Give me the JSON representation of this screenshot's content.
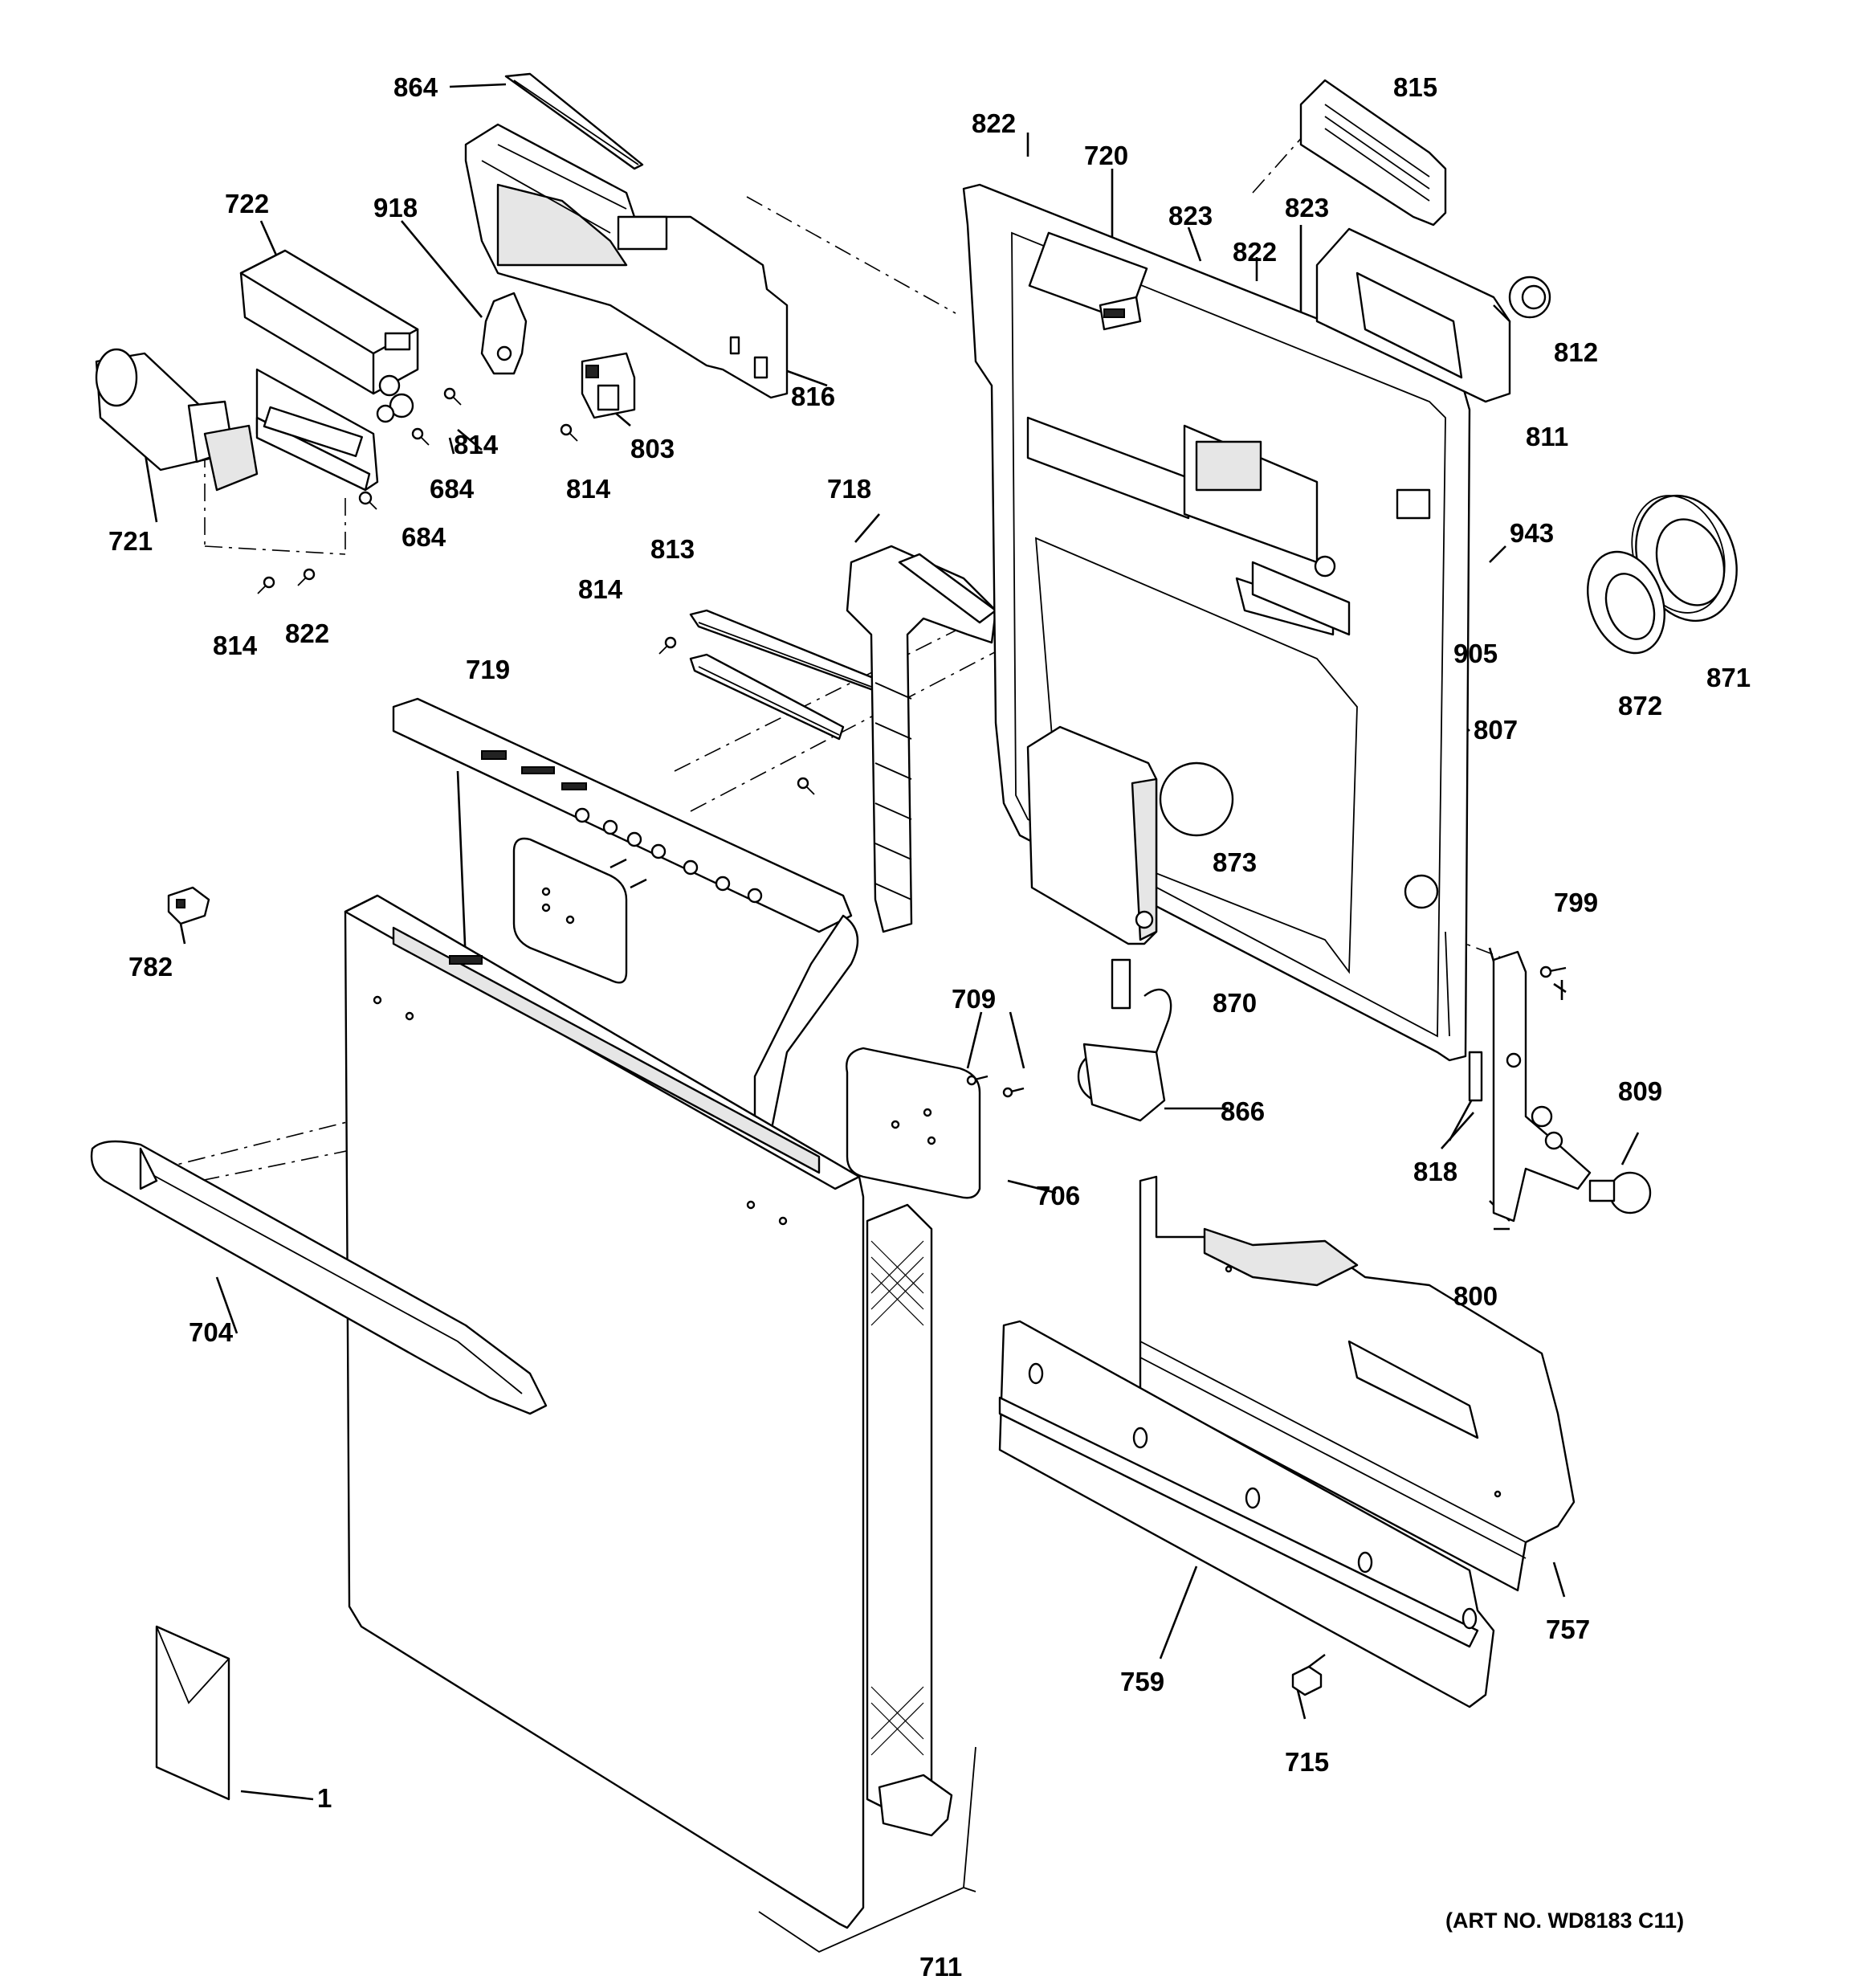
{
  "diagram": {
    "callouts": [
      "864",
      "722",
      "918",
      "816",
      "721",
      "814",
      "684",
      "803",
      "822",
      "719",
      "813",
      "718",
      "782",
      "704",
      "1",
      "711",
      "822",
      "720",
      "823",
      "815",
      "812",
      "811",
      "943",
      "905",
      "807",
      "871",
      "872",
      "873",
      "870",
      "866",
      "709",
      "706",
      "799",
      "809",
      "818",
      "800",
      "757",
      "759",
      "715"
    ],
    "art_number": "(ART NO. WD8183 C11)"
  }
}
